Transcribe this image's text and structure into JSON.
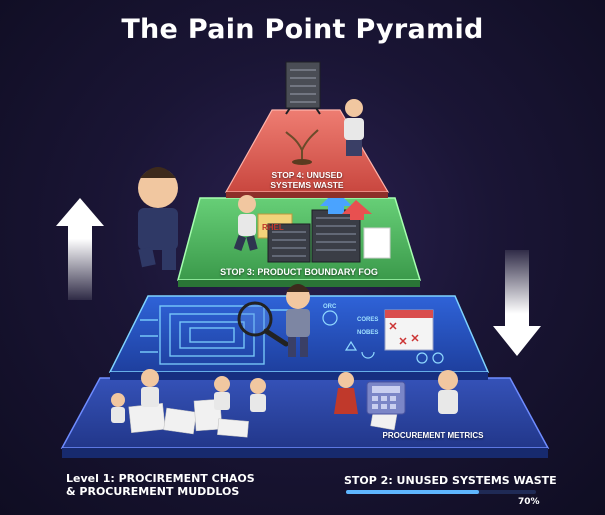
{
  "title": "The Pain Point Pyramid",
  "tiers": {
    "top_label": "STOP 4: UNUSED SYSTEMS WASTE",
    "green_label": "STOP 3: PRODUCT BOUNDARY FOG",
    "bottom_label": "PROCUREMENT METRICS"
  },
  "icons_text": {
    "folder": "RHEL",
    "orc": "ORC",
    "cores": "CORES",
    "nodes": "NOBES"
  },
  "bottom_left": {
    "line1": "Level 1: PROCIREMENT CHAOS",
    "line2": "& PROCUREMENT MUDDLOS"
  },
  "bottom_right": {
    "label": "STOP 2: UNUSED SYSTEMS WASTE",
    "progress": 0.7,
    "progress_text": "70%"
  },
  "colors": {
    "top_tier": "#e0685f",
    "green_tier": "#4fb860",
    "blue_tier": "#2f5fd0",
    "base_tier": "#2c47a8",
    "accent": "#5fb6ff"
  }
}
